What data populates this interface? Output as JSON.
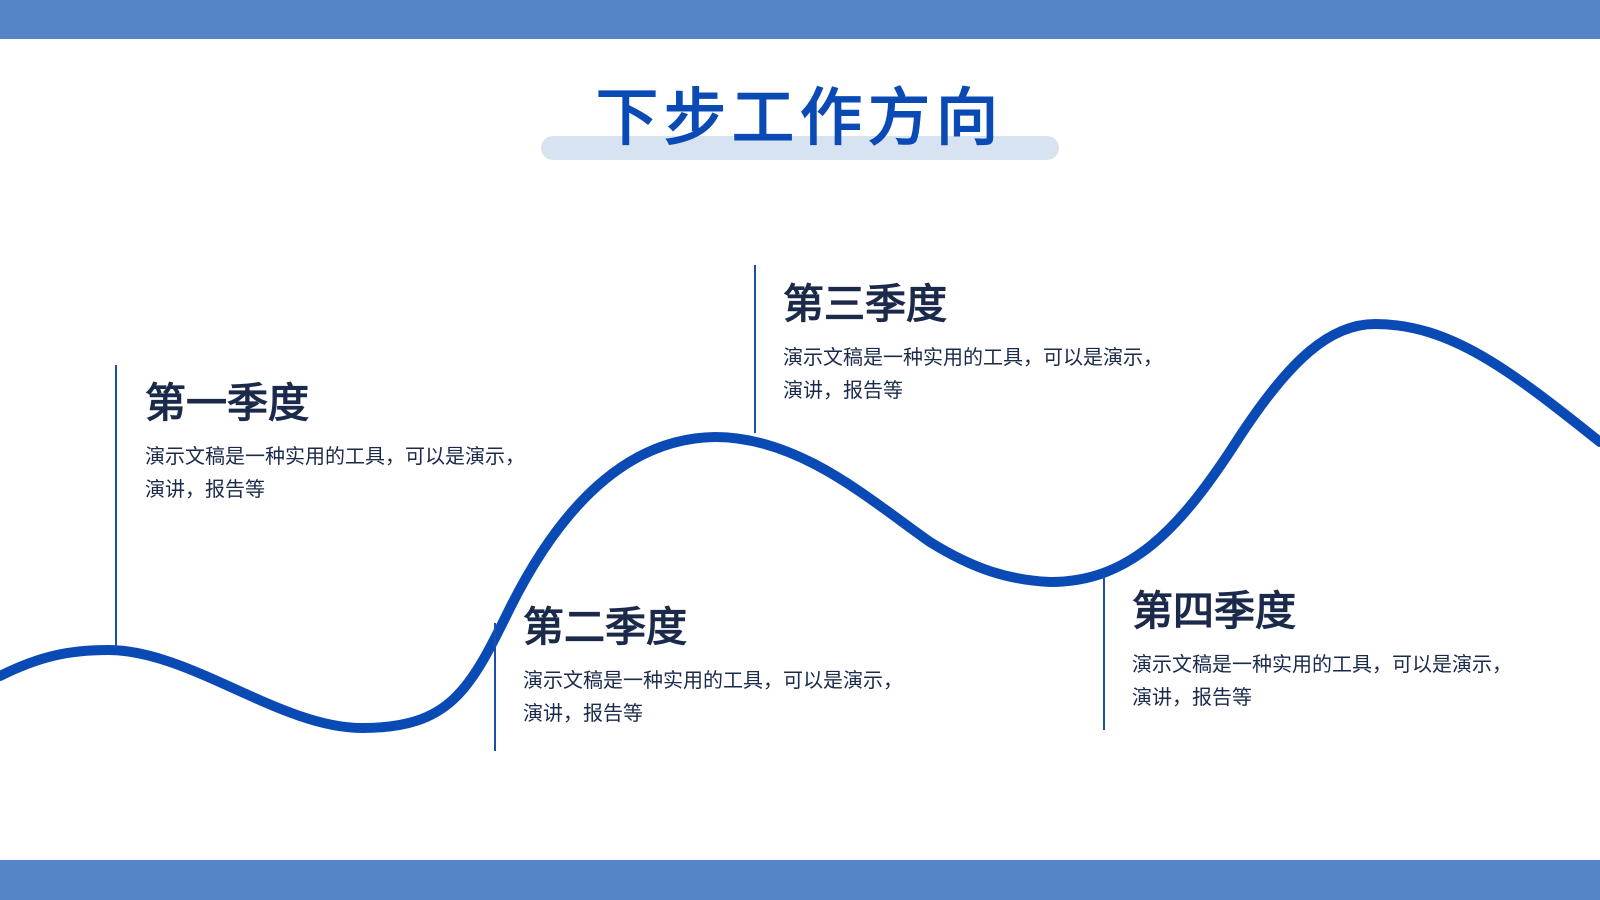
{
  "title": "下步工作方向",
  "colors": {
    "band": "#5585c6",
    "accent": "#0a4ab5",
    "highlight": "#d8e3f2",
    "text": "#1b2a4a"
  },
  "quarters": [
    {
      "name": "第一季度",
      "desc": "演示文稿是一种实用的工具，可以是演示，演讲，报告等"
    },
    {
      "name": "第二季度",
      "desc": "演示文稿是一种实用的工具，可以是演示，演讲，报告等"
    },
    {
      "name": "第三季度",
      "desc": "演示文稿是一种实用的工具，可以是演示，演讲，报告等"
    },
    {
      "name": "第四季度",
      "desc": "演示文稿是一种实用的工具，可以是演示，演讲，报告等"
    }
  ]
}
